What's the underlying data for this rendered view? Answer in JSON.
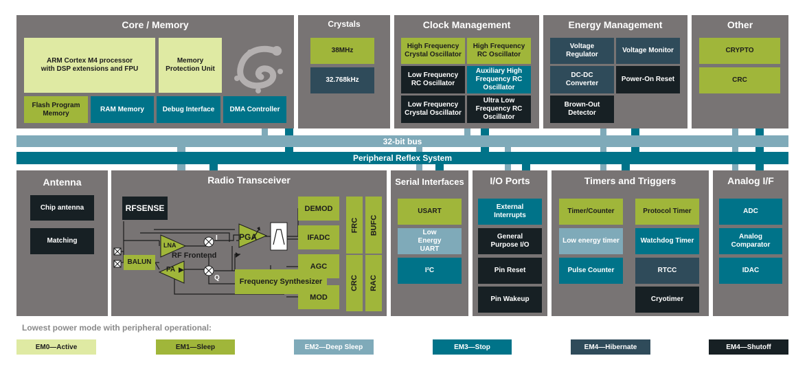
{
  "panels": {
    "core": "Core / Memory",
    "crystals": "Crystals",
    "clock": "Clock Management",
    "energy": "Energy Management",
    "other": "Other",
    "antenna": "Antenna",
    "radio": "Radio Transceiver",
    "serial": "Serial Interfaces",
    "io": "I/O Ports",
    "timers": "Timers and Triggers",
    "analog": "Analog I/F"
  },
  "core": {
    "arm": "ARM Cortex M4 processor with DSP extensions and FPU",
    "mpu": "Memory Protection Unit",
    "flash": "Flash Program Memory",
    "ram": "RAM Memory",
    "debug": "Debug Interface",
    "dma": "DMA Controller"
  },
  "crystals": {
    "hf": "38MHz",
    "lf": "32.768kHz"
  },
  "clock": {
    "hfxo": "High Frequency Crystal Oscillator",
    "hfrco": "High Frequency RC Oscillator",
    "lfrco": "Low Frequency RC Oscillator",
    "aux": "Auxiliary High Frequency RC Oscillator",
    "lfxo": "Low Frequency Crystal Oscillator",
    "ulfrco": "Ultra Low Frequency RC Oscillator"
  },
  "energy": {
    "vreg": "Voltage Regulator",
    "vmon": "Voltage Monitor",
    "dcdc": "DC-DC Converter",
    "por": "Power-On Reset",
    "bod": "Brown-Out Detector"
  },
  "other": {
    "crypto": "CRYPTO",
    "crc": "CRC"
  },
  "buses": {
    "bus": "32-bit bus",
    "prs": "Peripheral Reflex System"
  },
  "antenna": {
    "chip": "Chip antenna",
    "matching": "Matching"
  },
  "radio": {
    "rfsense": "RFSENSE",
    "lna": "LNA",
    "pa": "PA",
    "balun": "BALUN",
    "frontend": "RF Frontend",
    "pga": "PGA",
    "i": "I",
    "q": "Q",
    "demod": "DEMOD",
    "ifadc": "IFADC",
    "agc": "AGC",
    "mod": "MOD",
    "synth": "Frequency Synthesizer",
    "frc": "FRC",
    "bufc": "BUFC",
    "crc": "CRC",
    "rac": "RAC"
  },
  "serial": {
    "usart": "USART",
    "leuart": "Low Energy UART",
    "i2c": "I²C"
  },
  "io": {
    "ext": "External Interrupts",
    "gpio": "General Purpose I/O",
    "reset": "Pin Reset",
    "wakeup": "Pin Wakeup"
  },
  "timers": {
    "counter": "Timer/Counter",
    "protocol": "Protocol Timer",
    "letimer": "Low energy timer",
    "wdog": "Watchdog Timer",
    "pcnt": "Pulse Counter",
    "rtcc": "RTCC",
    "cryo": "Cryotimer"
  },
  "analog": {
    "adc": "ADC",
    "acmp": "Analog Comparator",
    "idac": "IDAC"
  },
  "legend": {
    "title": "Lowest power mode with peripheral operational:",
    "em0": "EM0—Active",
    "em1": "EM1—Sleep",
    "em2": "EM2—Deep Sleep",
    "em3": "EM3—Stop",
    "em4h": "EM4—Hibernate",
    "em4s": "EM4—Shutoff"
  },
  "colors": {
    "em0": "#dfeaa3",
    "em1": "#a0b63a",
    "em2": "#7faab9",
    "em3": "#007389",
    "em4h": "#2f4b5a",
    "em4s": "#172024",
    "panel": "#787474"
  }
}
